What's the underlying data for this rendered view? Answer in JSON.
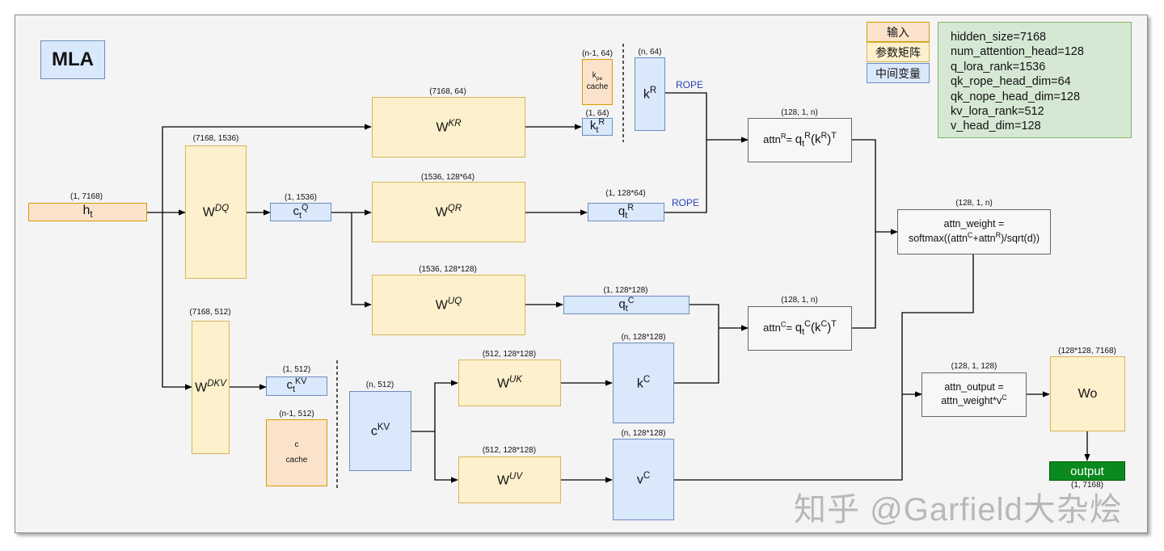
{
  "title": "MLA",
  "legend": {
    "input": "输入",
    "params": "参数矩阵",
    "intermediate": "中间变量"
  },
  "config": [
    "hidden_size=7168",
    "num_attention_head=128",
    "q_lora_rank=1536",
    "qk_rope_head_dim=64",
    "qk_nope_head_dim=128",
    "kv_lora_rank=512",
    "v_head_dim=128"
  ],
  "dims": {
    "ht": "(1, 7168)",
    "wdq": "(7168, 1536)",
    "ctq": "(1, 1536)",
    "wkr": "(7168, 64)",
    "kpe_cache": "(n-1, 64)",
    "ktr": "(1, 64)",
    "kr": "(n, 64)",
    "wqr": "(1536, 128*64)",
    "qtr": "(1, 128*64)",
    "wuq": "(1536, 128*128)",
    "qtc": "(1, 128*128)",
    "wdkv": "(7168, 512)",
    "ctkv": "(1, 512)",
    "c_cache": "(n-1, 512)",
    "ckv": "(n, 512)",
    "wuk": "(512, 128*128)",
    "kc": "(n, 128*128)",
    "wuv": "(512, 128*128)",
    "vc": "(n, 128*128)",
    "attnr": "(128, 1, n)",
    "attnc": "(128, 1, n)",
    "attn_weight": "(128, 1, n)",
    "attn_output": "(128, 1, 128)",
    "wo": "(128*128, 7168)",
    "output": "(1, 7168)"
  },
  "labels": {
    "h": "h",
    "t": "t",
    "W": "W",
    "DQ": "DQ",
    "KR": "KR",
    "QR": "QR",
    "UQ": "UQ",
    "DKV": "DKV",
    "UK": "UK",
    "UV": "UV",
    "c": "c",
    "k": "k",
    "q": "q",
    "v": "v",
    "Q": "Q",
    "R": "R",
    "C": "C",
    "KV": "KV",
    "T": "T",
    "pe": "pe",
    "cache": "cache",
    "rope": "ROPE",
    "attn": "attn",
    "eq": "= ",
    "attn_weight_line1": "attn_weight =",
    "attn_weight_line2a": "softmax((attn",
    "plus_attn": "+attn",
    "attn_weight_line2b": ")/sqrt(d))",
    "attn_output_line1": "attn_output =",
    "attn_output_line2": "attn_weight*v",
    "wo": "Wo",
    "output": "output"
  },
  "watermark": "知乎 @Garfield大杂烩"
}
